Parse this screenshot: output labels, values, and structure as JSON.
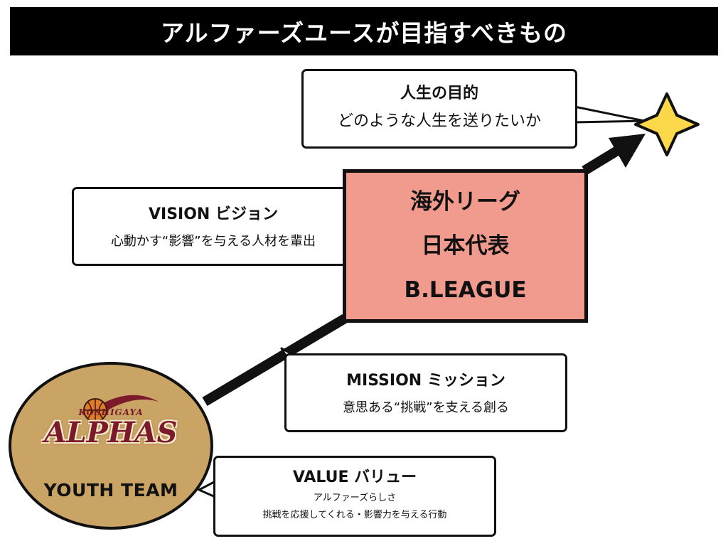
{
  "title": "アルファーズユースが目指すべきもの",
  "purpose": {
    "heading": "人生の目的",
    "text": "どのような人生を送りたいか"
  },
  "vision": {
    "heading": "VISION ビジョン",
    "text": "心動かす“影響”を与える人材を輩出"
  },
  "goal": {
    "lines": [
      "海外リーグ",
      "日本代表",
      "B.LEAGUE"
    ]
  },
  "mission": {
    "heading": "MISSION ミッション",
    "text": "意思ある“挑戦”を支える創る"
  },
  "value": {
    "heading": "VALUE バリュー",
    "line1": "アルファーズらしさ",
    "line2": "挑戦を応援してくれる・影響力を与える行動"
  },
  "team": {
    "logo_small": "KOSHIGAYA",
    "logo_main": "ALPHAS",
    "label": "YOUTH TEAM"
  },
  "colors": {
    "goal_fill": "#f19b8f",
    "star_fill": "#fbd84a",
    "circle_fill": "#c9a464",
    "logo_maroon": "#7a1a2a",
    "title_bg": "#000000"
  },
  "icons": {
    "star": "four-point-star-icon",
    "arrow": "arrow-up-right-icon",
    "ball": "basketball-icon"
  }
}
